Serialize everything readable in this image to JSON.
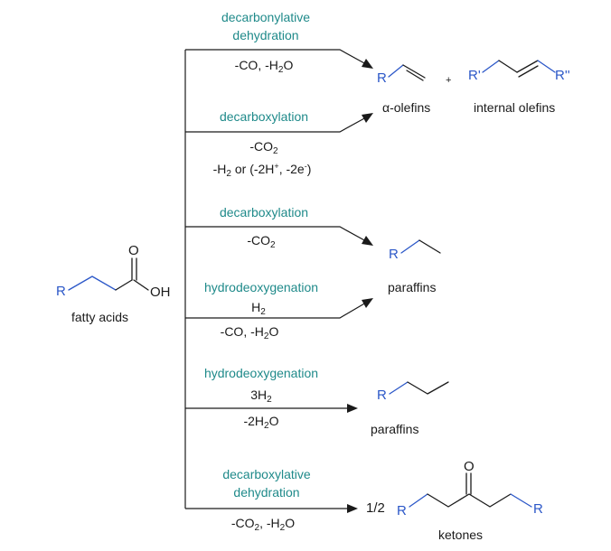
{
  "starting_material": {
    "label": "fatty acids",
    "atoms": {
      "r": "R",
      "o": "O",
      "oh": "OH"
    }
  },
  "reactions": [
    {
      "name_lines": [
        "decarbonylative",
        "dehydration"
      ],
      "conditions": [
        {
          "parts": [
            {
              "t": "-CO, -H"
            },
            {
              "t": "2",
              "s": "sub"
            },
            {
              "t": "O"
            }
          ]
        }
      ]
    },
    {
      "name_lines": [
        "decarboxylation"
      ],
      "conditions": [
        {
          "parts": [
            {
              "t": "-CO"
            },
            {
              "t": "2",
              "s": "sub"
            }
          ]
        },
        {
          "parts": [
            {
              "t": "-H"
            },
            {
              "t": "2",
              "s": "sub"
            },
            {
              "t": " or (-2H"
            },
            {
              "t": "+",
              "s": "sup"
            },
            {
              "t": ", -2e"
            },
            {
              "t": "-",
              "s": "sup"
            },
            {
              "t": ")"
            }
          ]
        }
      ]
    },
    {
      "name_lines": [
        "decarboxylation"
      ],
      "conditions": [
        {
          "parts": [
            {
              "t": "-CO"
            },
            {
              "t": "2",
              "s": "sub"
            }
          ]
        }
      ]
    },
    {
      "name_lines": [
        "hydrodeoxygenation"
      ],
      "conditions": [
        {
          "parts": [
            {
              "t": "H"
            },
            {
              "t": "2",
              "s": "sub"
            }
          ]
        },
        {
          "parts": [
            {
              "t": "-CO, -H"
            },
            {
              "t": "2",
              "s": "sub"
            },
            {
              "t": "O"
            }
          ]
        }
      ]
    },
    {
      "name_lines": [
        "hydrodeoxygenation"
      ],
      "conditions": [
        {
          "parts": [
            {
              "t": "3H"
            },
            {
              "t": "2",
              "s": "sub"
            }
          ]
        },
        {
          "parts": [
            {
              "t": "-2H"
            },
            {
              "t": "2",
              "s": "sub"
            },
            {
              "t": "O"
            }
          ]
        }
      ]
    },
    {
      "name_lines": [
        "decarboxylative",
        "dehydration"
      ],
      "conditions": [
        {
          "parts": [
            {
              "t": "-CO"
            },
            {
              "t": "2",
              "s": "sub"
            },
            {
              "t": ", -H"
            },
            {
              "t": "2",
              "s": "sub"
            },
            {
              "t": "O"
            }
          ]
        }
      ]
    }
  ],
  "products": {
    "alpha_olefins": {
      "label": "α-olefins",
      "atom_r": "R"
    },
    "plus": "+",
    "internal_olefins": {
      "label": "internal olefins",
      "atom_r1": "R'",
      "atom_r2": "R''"
    },
    "paraffins_1": {
      "label": "paraffins",
      "atom_r": "R"
    },
    "paraffins_2": {
      "label": "paraffins",
      "atom_r": "R"
    },
    "ketones": {
      "label": "ketones",
      "coefficient": "1/2",
      "atom_r1": "R",
      "atom_r2": "R",
      "atom_o": "O"
    }
  },
  "colors": {
    "reaction_name": "#1f8a8a",
    "r_group": "#2b57c8",
    "text": "#1a1a1a"
  }
}
